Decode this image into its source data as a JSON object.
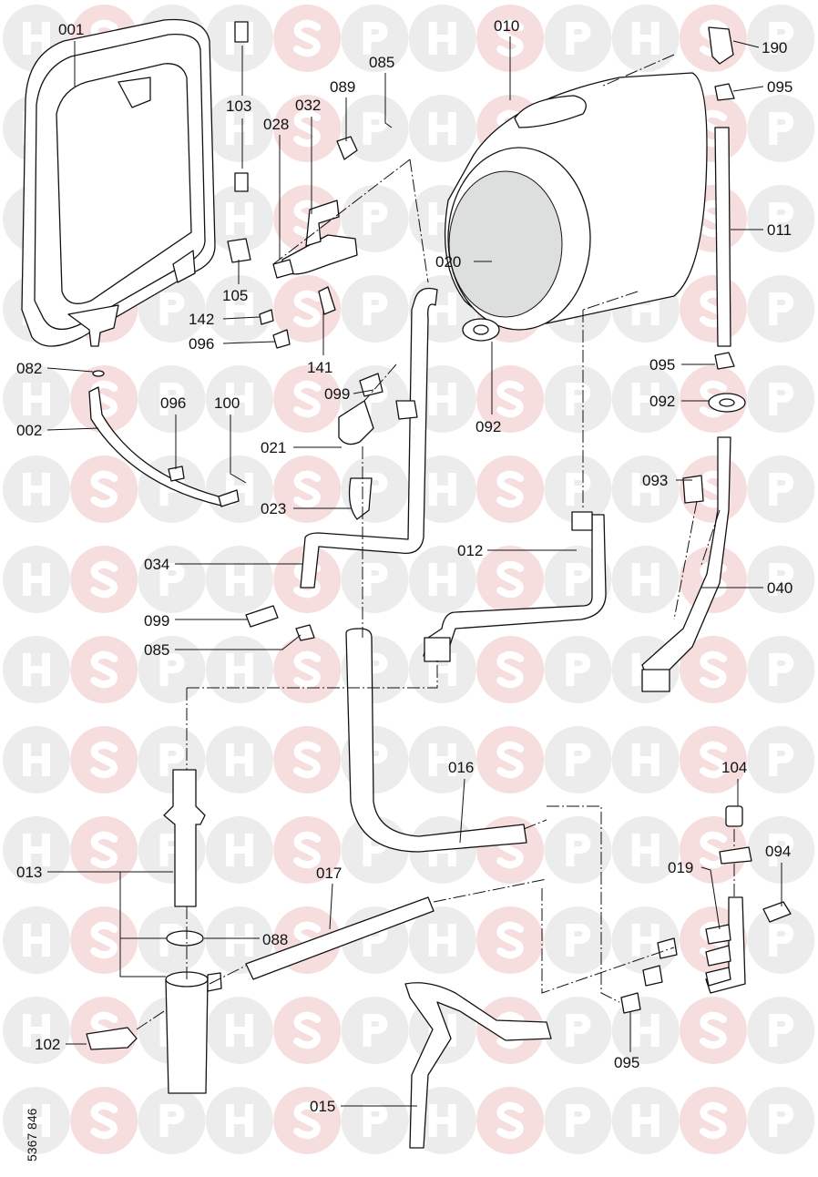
{
  "watermark": {
    "letters": [
      "H",
      "S",
      "P"
    ],
    "circle_color": "#ececec",
    "accent_circle_color": "#f6dede"
  },
  "labels": [
    "001",
    "103",
    "085",
    "089",
    "032",
    "028",
    "010",
    "190",
    "095",
    "011",
    "020",
    "105",
    "142",
    "096",
    "141",
    "092",
    "095",
    "092",
    "082",
    "099",
    "096",
    "100",
    "002",
    "021",
    "093",
    "023",
    "012",
    "034",
    "040",
    "099",
    "085",
    "016",
    "104",
    "094",
    "013",
    "017",
    "019",
    "088",
    "102",
    "095",
    "015"
  ],
  "drawing_number": "5367 846"
}
